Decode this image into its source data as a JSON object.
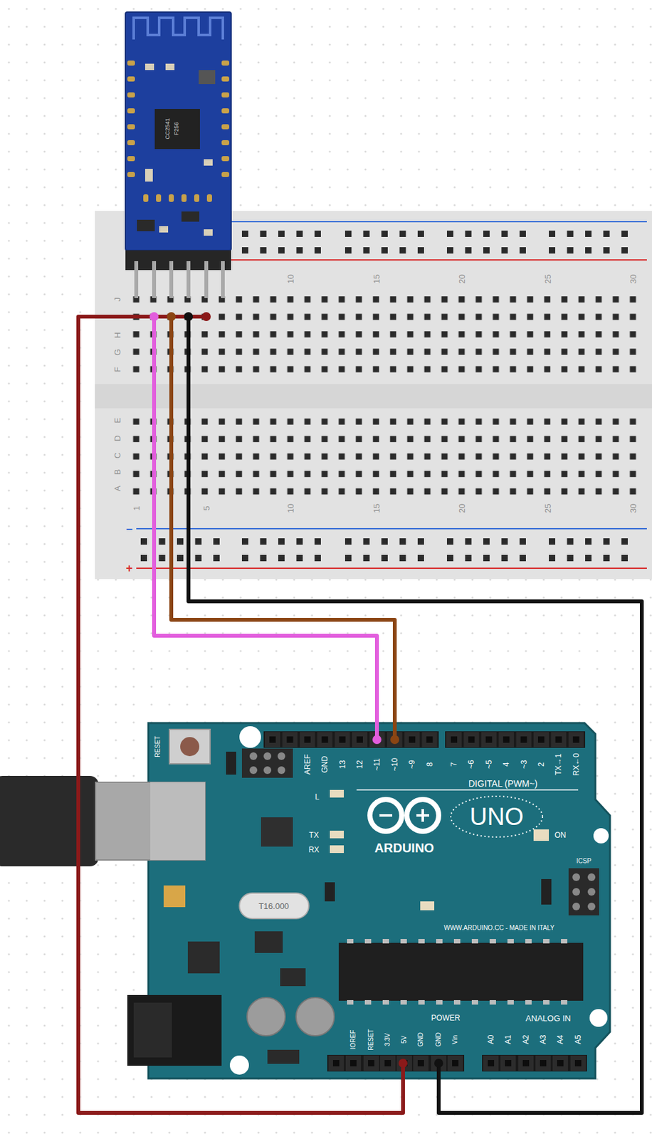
{
  "diagram": {
    "labels": [
      "10",
      "15",
      "20",
      "25",
      "30",
      "J",
      "H",
      "G",
      "F",
      "E",
      "D",
      "C",
      "B",
      "A",
      "1",
      "5",
      "10",
      "15",
      "20",
      "25",
      "30",
      "−",
      "+",
      "CC2541",
      "F256",
      "RESET",
      "AREF",
      "GND",
      "13",
      "12",
      "~11",
      "~10",
      "~9",
      "8",
      "7",
      "~6",
      "~5",
      "4",
      "~3",
      "2",
      "TX→1",
      "RX←0",
      "DIGITAL (PWM~)",
      "L",
      "TX",
      "RX",
      "ARDUINO",
      "UNO",
      "ON",
      "ICSP",
      "T16.000",
      "WWW.ARDUINO.CC - MADE IN ITALY",
      "POWER",
      "ANALOG IN",
      "IOREF",
      "RESET",
      "3.3V",
      "5V",
      "GND",
      "GND",
      "Vin",
      "A0",
      "A1",
      "A2",
      "A3",
      "A4",
      "A5"
    ]
  }
}
